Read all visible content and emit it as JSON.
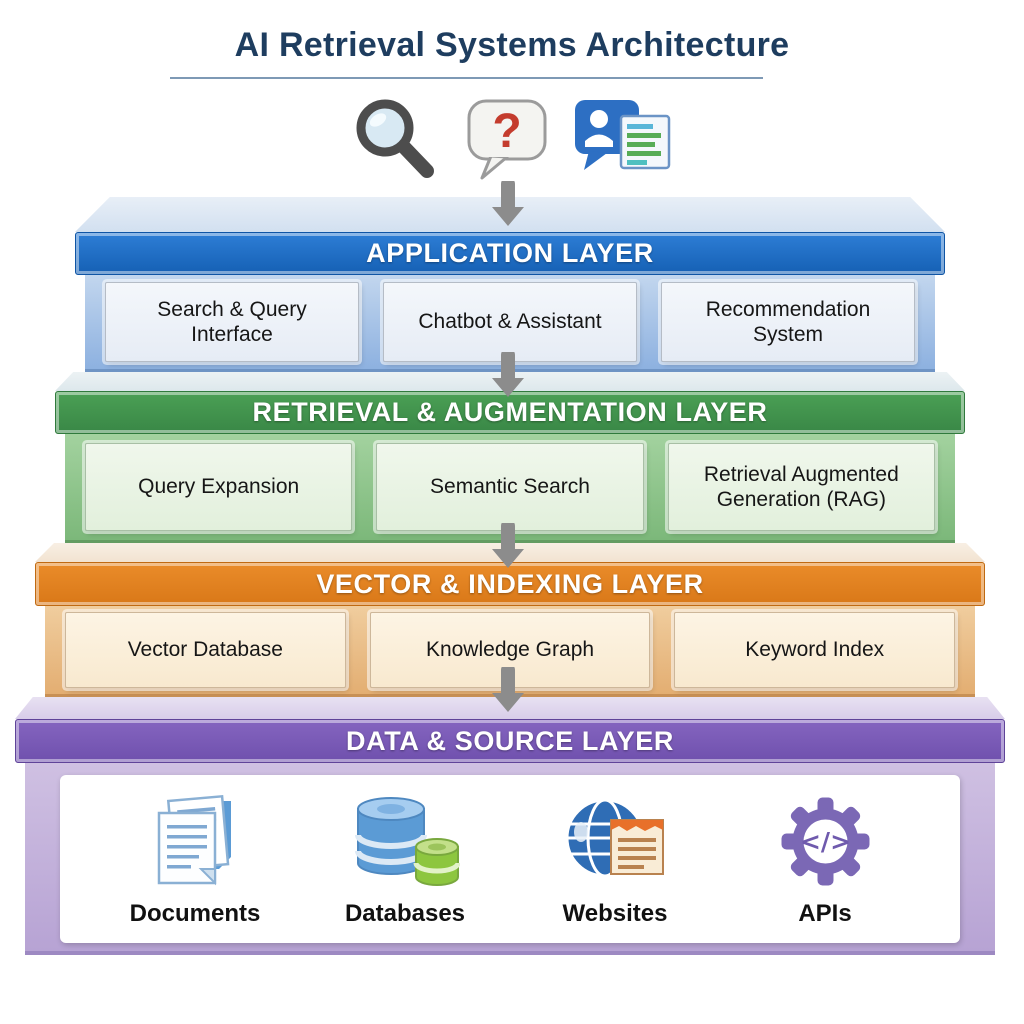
{
  "title": "AI Retrieval Systems Architecture",
  "top_icons": [
    {
      "name": "search-magnifier-icon"
    },
    {
      "name": "question-bubble-icon"
    },
    {
      "name": "chat-results-icon"
    }
  ],
  "colors": {
    "title": "#1e3d5f",
    "application": "#1a6ac2",
    "retrieval": "#3f9249",
    "vector": "#df7f1f",
    "data": "#7857b5",
    "arrow": "#8c8c8c"
  },
  "layers": [
    {
      "label": "APPLICATION LAYER",
      "boxes": [
        "Search & Query Interface",
        "Chatbot & Assistant",
        "Recommendation System"
      ]
    },
    {
      "label": "RETRIEVAL & AUGMENTATION LAYER",
      "boxes": [
        "Query Expansion",
        "Semantic Search",
        "Retrieval Augmented Generation (RAG)"
      ]
    },
    {
      "label": "VECTOR & INDEXING LAYER",
      "boxes": [
        "Vector Database",
        "Knowledge Graph",
        "Keyword Index"
      ]
    },
    {
      "label": "DATA & SOURCE LAYER",
      "sources": [
        {
          "label": "Documents",
          "icon": "documents-icon"
        },
        {
          "label": "Databases",
          "icon": "databases-icon"
        },
        {
          "label": "Websites",
          "icon": "websites-icon"
        },
        {
          "label": "APIs",
          "icon": "apis-icon"
        }
      ]
    }
  ]
}
